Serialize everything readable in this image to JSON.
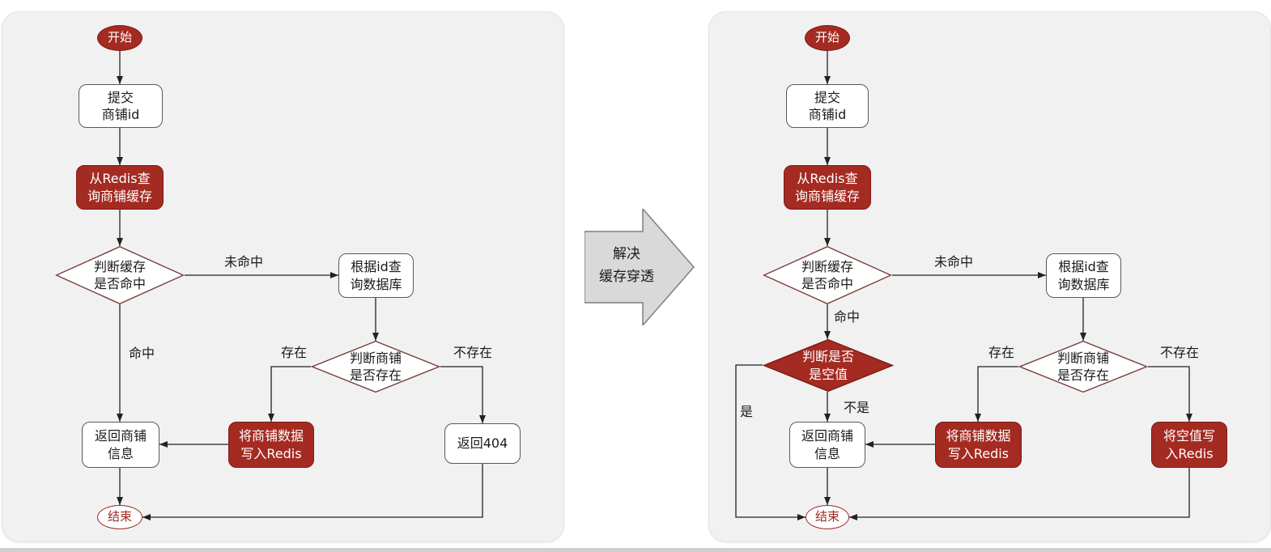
{
  "colors": {
    "red": "#a42b22",
    "red_border": "#7e1a12",
    "end_red": "#9e2a25",
    "panel_bg": "#f1f1f2",
    "line": "#222222",
    "shape_border": "#595959",
    "diamond_border": "#7a3b36",
    "connector_fill": "#d9d9d9",
    "connector_border": "#7f7f7f"
  },
  "connector": {
    "text": "解决\n缓存穿透"
  },
  "left": {
    "nodes": {
      "start": "开始",
      "submit": "提交\n商铺id",
      "query_redis": "从Redis查\n询商铺缓存",
      "check_hit": "判断缓存\n是否命中",
      "query_db": "根据id查\n询数据库",
      "check_exists": "判断商铺\n是否存在",
      "write_redis": "将商铺数据\n写入Redis",
      "return_info": "返回商铺\n信息",
      "return_404": "返回404",
      "end": "结束"
    },
    "labels": {
      "miss": "未命中",
      "hit": "命中",
      "exists": "存在",
      "not_exists": "不存在"
    }
  },
  "right": {
    "nodes": {
      "start": "开始",
      "submit": "提交\n商铺id",
      "query_redis": "从Redis查\n询商铺缓存",
      "check_hit": "判断缓存\n是否命中",
      "check_null": "判断是否\n是空值",
      "query_db": "根据id查\n询数据库",
      "check_exists": "判断商铺\n是否存在",
      "write_redis": "将商铺数据\n写入Redis",
      "write_null": "将空值写\n入Redis",
      "return_info": "返回商铺\n信息",
      "end": "结束"
    },
    "labels": {
      "miss": "未命中",
      "hit": "命中",
      "yes": "是",
      "no": "不是",
      "exists": "存在",
      "not_exists": "不存在"
    }
  }
}
